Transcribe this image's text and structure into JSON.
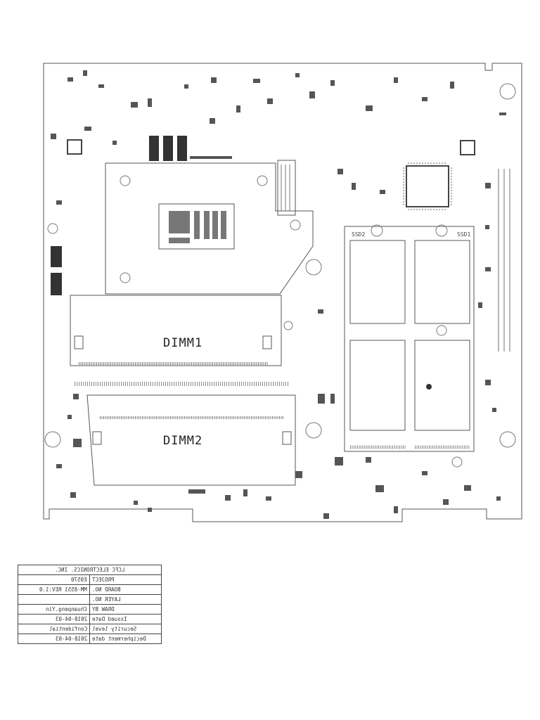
{
  "board": {
    "connectors": {
      "dimm1": "DIMM1",
      "dimm2": "DIMM2",
      "ssd1": "SSD1",
      "ssd2": "SSD2"
    }
  },
  "title_block": {
    "company": "LCFC ELECTRONICS. INC.",
    "rows": [
      {
        "label": "PROJECT",
        "value": "E0570"
      },
      {
        "label": "BOARD NO.",
        "value": "MM-8551 REV:1.0"
      },
      {
        "label": "LAYER NO.",
        "value": ""
      },
      {
        "label": "DRAW BY",
        "value": "Chuanpeng.Yin"
      },
      {
        "label": "Issued Date",
        "value": "2018-04-03"
      },
      {
        "label": "Security level",
        "value": "Confidential"
      },
      {
        "label": "Decipherment date",
        "value": "2018-04-03"
      }
    ]
  }
}
